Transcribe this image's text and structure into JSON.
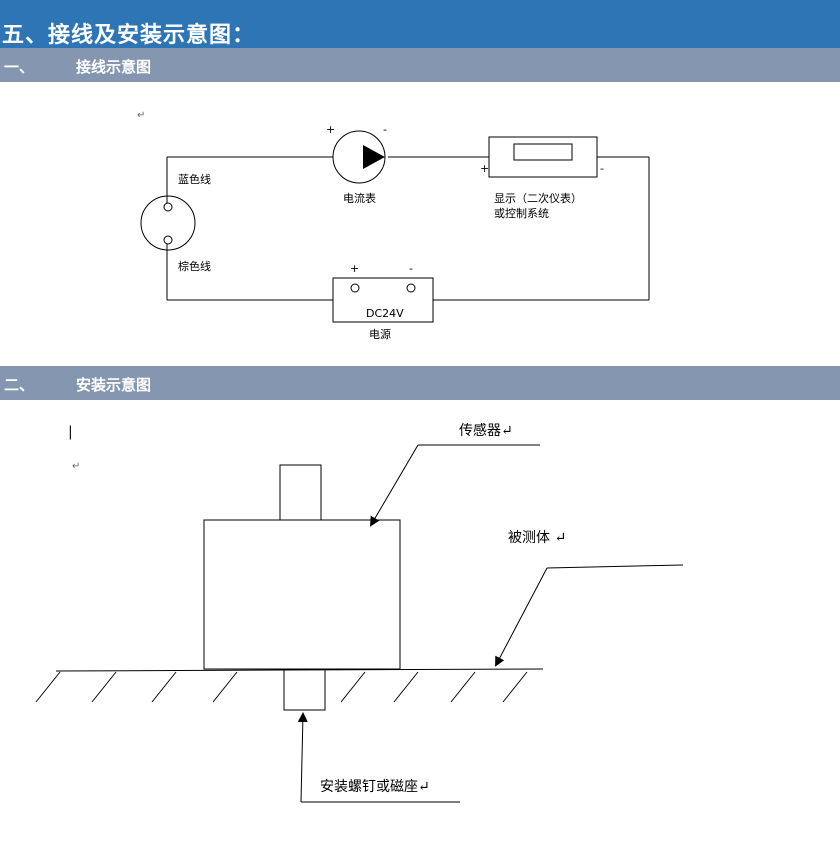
{
  "header": {
    "title": "五、接线及安装示意图："
  },
  "sections": [
    {
      "num": "一、",
      "title": "接线示意图"
    },
    {
      "num": "二、",
      "title": "安装示意图"
    }
  ],
  "wiring": {
    "return_mark": "↵",
    "blue_wire": "蓝色线",
    "brown_wire": "棕色线",
    "ammeter_plus": "+",
    "ammeter_minus": "-",
    "ammeter": "电流表",
    "display_plus": "+",
    "display_minus": "-",
    "display_line1": "显示（二次仪表）",
    "display_line2": "或控制系统",
    "power_plus": "+",
    "power_minus": "-",
    "power_voltage": "DC24V",
    "power_label": "电源"
  },
  "install": {
    "cursor": "|",
    "return_mark": "↵",
    "sensor_label": "传感器↵",
    "object_label": "被测体 ↵",
    "screw_label": "安装螺钉或磁座↵"
  }
}
